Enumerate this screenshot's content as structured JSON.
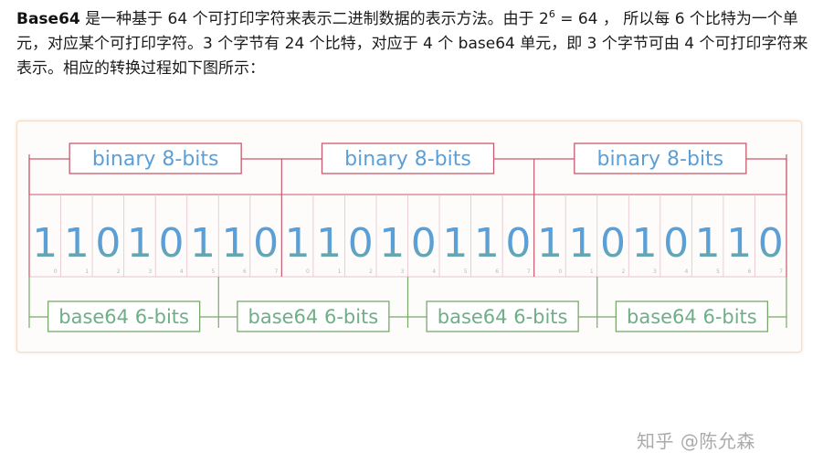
{
  "article": {
    "term": "Base64",
    "sentence1": " 是一种基于 64 个可打印字符来表示二进制数据的表示方法。由于 2",
    "superscript": "6",
    "sentence2": " = 64 ， 所以每 6 个比特为一个单元，对应某个可打印字符。3 个字节有 24 个比特，对应于 4 个 base64 单元，即 3 个字节可由 4 个可打印字符来表示。相应的转换过程如下图所示："
  },
  "diagram": {
    "byte_label": "binary 8-bits",
    "base64_label": "base64 6-bits",
    "bits": [
      1,
      1,
      0,
      1,
      0,
      1,
      1,
      0,
      1,
      1,
      0,
      1,
      0,
      1,
      1,
      0,
      1,
      1,
      0,
      1,
      0,
      1,
      1,
      0
    ],
    "bit_indices": [
      "0",
      "1",
      "2",
      "3",
      "4",
      "5",
      "6",
      "7"
    ],
    "colors": {
      "byte_box": "#c65a6e",
      "base64_box": "#79a86b",
      "grid_line": "#e7c3cb",
      "digit_blue": "#5b9fd6",
      "digit_green": "#6fae86"
    }
  },
  "watermark": "知乎 @陈允森"
}
